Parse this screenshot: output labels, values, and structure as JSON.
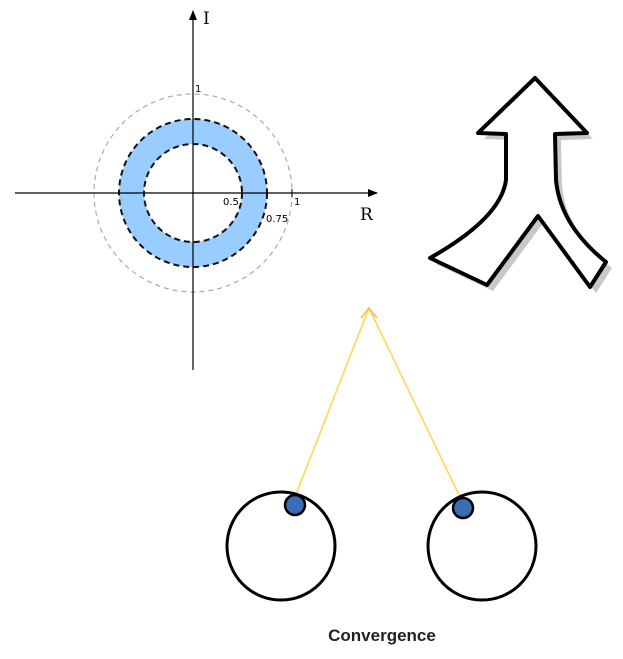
{
  "complex_plane": {
    "axis_real_label": "R",
    "axis_imag_label": "I",
    "tick_inner": "0.5",
    "tick_outer": "0.75",
    "tick_unit_x": "1",
    "tick_unit_y": "1",
    "ring_fill": "#99ccff",
    "inner_radius": 0.5,
    "outer_radius": 0.75,
    "unit_radius": 1
  },
  "merge_arrow": {
    "fill": "#ffffff",
    "stroke": "#000000",
    "shadow": "#c8c8c8"
  },
  "convergence": {
    "caption": "Convergence",
    "ray_color": "#ffd966",
    "pupil_color": "#3b6db4"
  }
}
